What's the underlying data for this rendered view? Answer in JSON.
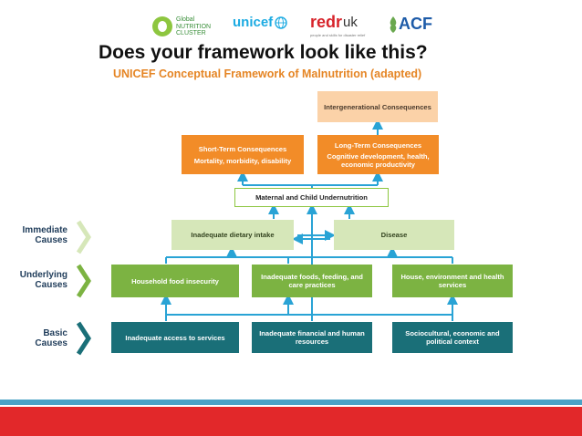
{
  "logos": {
    "gnc_line1": "Global",
    "gnc_line2": "NUTRITION",
    "gnc_line3": "CLUSTER",
    "unicef": "unicef",
    "redr": "redr",
    "redr_suffix": "uk",
    "redr_tagline": "people and skills for disaster relief",
    "acf": "ACF"
  },
  "title": "Does your framework look like this?",
  "subtitle": "UNICEF Conceptual Framework of Malnutrition (adapted)",
  "levels": {
    "immediate": [
      "Immediate",
      "Causes"
    ],
    "underlying": [
      "Underlying",
      "Causes"
    ],
    "basic": [
      "Basic",
      "Causes"
    ]
  },
  "boxes": {
    "intergenerational": "Intergenerational Consequences",
    "short_term_title": "Short-Term Consequences",
    "short_term_detail": "Mortality, morbidity, disability",
    "long_term_title": "Long-Term Consequences",
    "long_term_detail": "Cognitive development, health, economic productivity",
    "undernutrition": "Maternal and Child Undernutrition",
    "dietary_intake": "Inadequate dietary intake",
    "disease": "Disease",
    "food_insecurity": "Household food insecurity",
    "feeding_care": "Inadequate foods, feeding, and care practices",
    "environment": "House, environment and health services",
    "access_services": "Inadequate access to services",
    "financial_human": "Inadequate financial and human resources",
    "sociocultural": "Sociocultural, economic and political context"
  },
  "colors": {
    "orange": "#f28c28",
    "title_orange": "#e58524",
    "green": "#7cb342",
    "teal": "#1a6f78",
    "arrow": "#29a3d5",
    "footer_blue": "#4aa2c6",
    "footer_red": "#e2282a"
  }
}
